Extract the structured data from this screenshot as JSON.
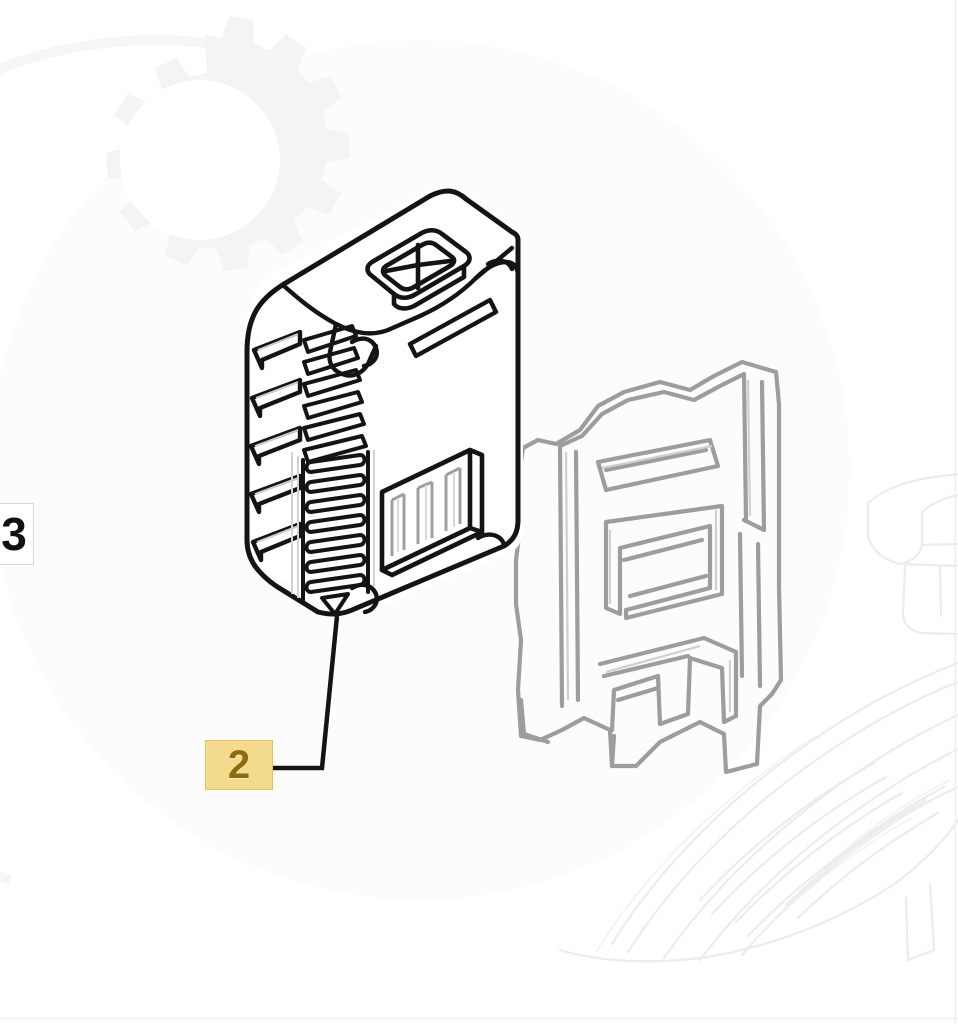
{
  "document": {
    "type": "exploded-parts-diagram",
    "subject": "cordless tool battery pack and battery holder bracket",
    "background_color": "#ffffff",
    "line_color": "#111111",
    "ghost_line_color": "#9a9a9a",
    "faint_line_color": "#e9e9e9",
    "watermark_color": "#f4f4f4"
  },
  "callouts": [
    {
      "id": "callout-2",
      "label": "2",
      "box_fill": "#f3da8e",
      "box_border": "#e2c163",
      "text_color": "#8d6b10",
      "target": "battery-pack",
      "leader_line": "from battery pack lower vent column down to label box"
    },
    {
      "id": "callout-3",
      "label": "3",
      "box_fill": "#ffffff",
      "box_border": "#d7d7d7",
      "text_color": "#111111",
      "target": "off-screen-part",
      "clipped": "left edge"
    }
  ],
  "parts": [
    {
      "id": "battery-pack",
      "name": "battery pack",
      "style": "solid black line art",
      "features": [
        "top release latch button",
        "angled cooling fins",
        "vertical vent slot column",
        "side ventilation louvres",
        "terminal contact recess",
        "rail grooves"
      ]
    },
    {
      "id": "battery-holder",
      "name": "battery holder bracket",
      "style": "grey ghosted line art",
      "features": [
        "top hook rail",
        "centre guide channel",
        "lower mounting foot"
      ]
    },
    {
      "id": "machine-body",
      "name": "machine housing",
      "style": "very faint ghost outline",
      "features": [
        "handle grip",
        "curved cowling ribs"
      ]
    },
    {
      "id": "gear-watermark",
      "name": "gear watermark",
      "style": "pale background watermark"
    },
    {
      "id": "circle-watermark",
      "name": "circle watermark",
      "style": "pale background watermark"
    }
  ]
}
